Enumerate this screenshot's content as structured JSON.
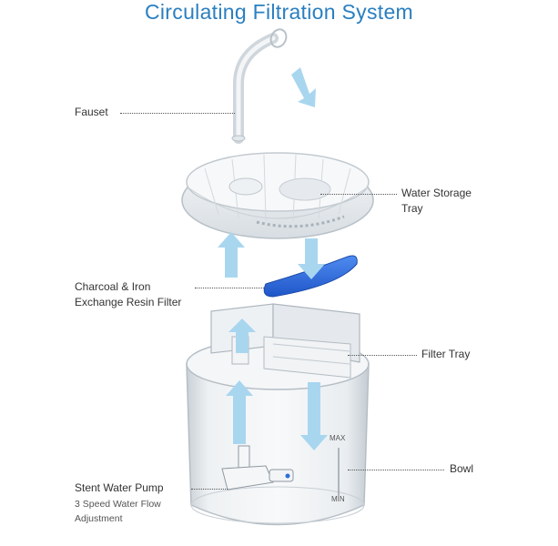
{
  "title": "Circulating Filtration System",
  "parts": {
    "faucet": "Fauset",
    "water_storage_tray": [
      "Water Storage",
      "Tray"
    ],
    "filter": [
      "Charcoal & Iron",
      "Exchange Resin Filter"
    ],
    "filter_tray": "Filter Tray",
    "bowl": "Bowl",
    "pump": "Stent Water Pump",
    "pump_detail": [
      "3 Speed Water Flow",
      "Adjustment"
    ]
  },
  "bowl_markings": {
    "max": "MAX",
    "min": "MIN"
  },
  "colors": {
    "title": "#2a7fc0",
    "arrow": "#a9d6ef",
    "filter": "#2f6ee0",
    "plastic": "#dde4ea"
  }
}
